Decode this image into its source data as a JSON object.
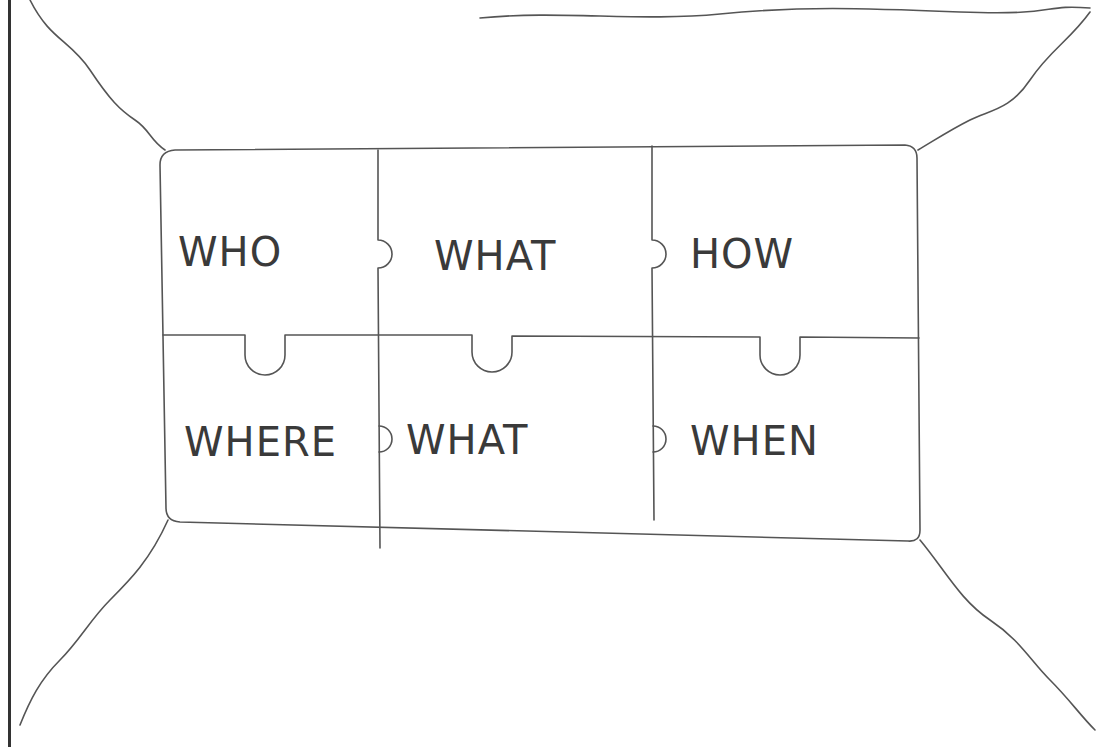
{
  "diagram": {
    "nodes": [
      {
        "text": [
          "WHO"
        ]
      },
      {
        "text": [
          "WHAT"
        ]
      },
      {
        "text": [
          "HOW"
        ]
      },
      {
        "text": [
          "WHERE"
        ]
      },
      {
        "text": [
          "WHAT"
        ]
      },
      {
        "text": [
          "WHEN"
        ]
      }
    ]
  }
}
